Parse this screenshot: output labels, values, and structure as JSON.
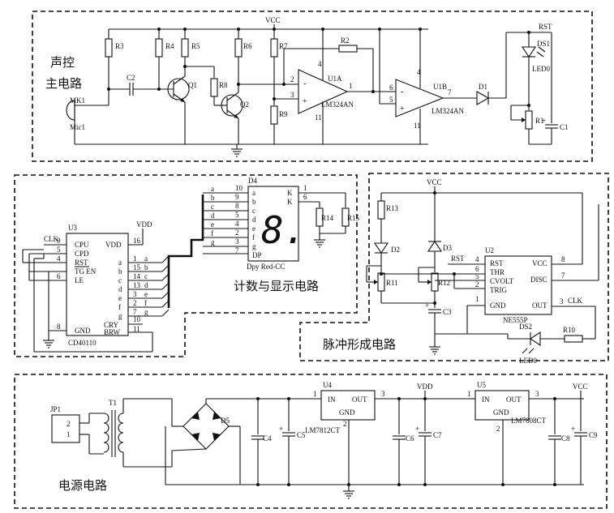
{
  "sections": {
    "sound_control": [
      "声控",
      "主电路"
    ],
    "count_display": "计数与显示电路",
    "pulse_shaping": "脉冲形成电路",
    "power_supply": "电源电路"
  },
  "nets": {
    "vcc": "VCC",
    "vdd": "VDD",
    "rst": "RST",
    "clk": "CLK"
  },
  "components": {
    "resistors": [
      "R1",
      "R2",
      "R3",
      "R4",
      "R5",
      "R6",
      "R7",
      "R8",
      "R9",
      "R10",
      "R11",
      "R12",
      "R13",
      "R14",
      "R15"
    ],
    "capacitors": [
      "C1",
      "C2",
      "C3",
      "C4",
      "C5",
      "C6",
      "C7",
      "C8",
      "C9"
    ],
    "transistors": [
      "Q1",
      "Q2"
    ],
    "diodes": [
      "D1",
      "D2",
      "D3",
      "D5"
    ],
    "leds": [
      "DS1",
      "DS2"
    ],
    "led_model": "LED0",
    "mic": [
      "MK1",
      "Mic1"
    ],
    "opamp_a": {
      "ref": "U1A",
      "part": "LM324AN",
      "pins": [
        "2",
        "3",
        "1",
        "4",
        "11"
      ]
    },
    "opamp_b": {
      "ref": "U1B",
      "part": "LM324AN",
      "pins": [
        "6",
        "5",
        "7",
        "4",
        "11"
      ]
    },
    "counter": {
      "ref": "U3",
      "part": "CD40110",
      "left_pins": [
        {
          "num": "9",
          "name": "CPU"
        },
        {
          "num": "5",
          "name": "CPD"
        },
        {
          "num": "4",
          "name": "RST"
        },
        {
          "num": "",
          "name": "TG EN"
        },
        {
          "num": "6",
          "name": "LE"
        },
        {
          "num": "8",
          "name": "GND"
        }
      ],
      "right_pins": [
        {
          "num": "16",
          "name": "VDD"
        },
        {
          "num": "1",
          "name": "a"
        },
        {
          "num": "15",
          "name": "b"
        },
        {
          "num": "14",
          "name": "c"
        },
        {
          "num": "13",
          "name": "d"
        },
        {
          "num": "3",
          "name": "e"
        },
        {
          "num": "2",
          "name": "f"
        },
        {
          "num": "7",
          "name": "g"
        },
        {
          "num": "10",
          "name": "CRY"
        },
        {
          "num": "11",
          "name": "BRW"
        }
      ],
      "clk_label": "CLK"
    },
    "display": {
      "ref": "D4",
      "part": "Dpy Red-CC",
      "digit": "8.",
      "seg_pins": [
        {
          "num": "10",
          "seg": "a"
        },
        {
          "num": "9",
          "seg": "b"
        },
        {
          "num": "8",
          "seg": "c"
        },
        {
          "num": "5",
          "seg": "d"
        },
        {
          "num": "4",
          "seg": "e"
        },
        {
          "num": "2",
          "seg": "f"
        },
        {
          "num": "3",
          "seg": "g"
        },
        {
          "num": "7",
          "seg": "DP"
        }
      ],
      "bus_labels": [
        "b",
        "c",
        "d",
        "e",
        "f",
        "g"
      ],
      "k_pins": [
        {
          "num": "1",
          "name": "K"
        },
        {
          "num": "6",
          "name": "K"
        }
      ]
    },
    "timer": {
      "ref": "U2",
      "part": "NE555P",
      "left_pins": [
        {
          "num": "4",
          "name": "RST"
        },
        {
          "num": "6",
          "name": "THR"
        },
        {
          "num": "5",
          "name": "CVOLT"
        },
        {
          "num": "2",
          "name": "TRIG"
        },
        {
          "num": "1",
          "name": "GND"
        }
      ],
      "right_pins": [
        {
          "num": "8",
          "name": "VCC"
        },
        {
          "num": "7",
          "name": "DISC"
        },
        {
          "num": "3",
          "name": "OUT"
        }
      ]
    },
    "transformer": "T1",
    "connector": {
      "ref": "JP1",
      "pins": [
        "2",
        "1"
      ]
    },
    "reg1": {
      "ref": "U4",
      "part": "LM7812CT",
      "pin_in": "IN",
      "pin_out": "OUT",
      "pin_gnd": "GND",
      "nums": [
        "1",
        "3",
        "2"
      ]
    },
    "reg2": {
      "ref": "U5",
      "part": "LM7808CT",
      "pin_in": "IN",
      "pin_out": "OUT",
      "pin_gnd": "GND",
      "nums": [
        "1",
        "3",
        "2"
      ]
    }
  }
}
